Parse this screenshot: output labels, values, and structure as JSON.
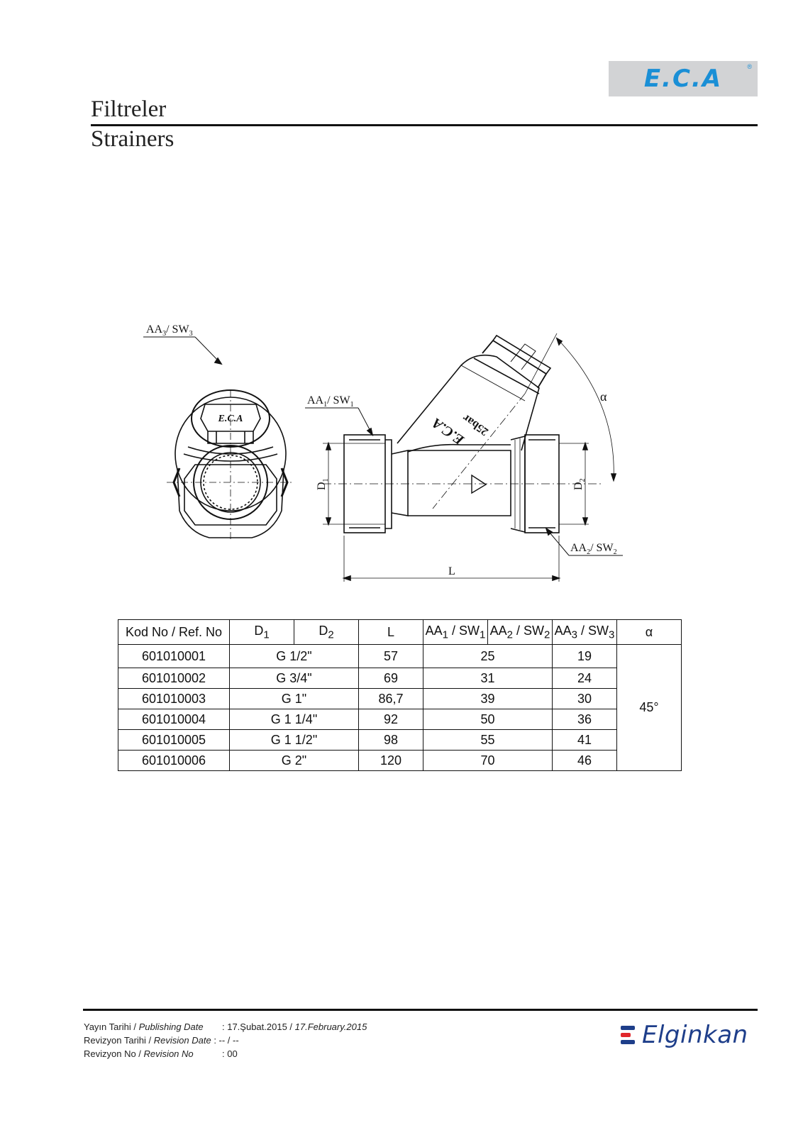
{
  "header": {
    "brand_logo": "E.C.A",
    "brand_reg": "®",
    "title_tr": "Filtreler",
    "title_en": "Strainers"
  },
  "drawing": {
    "label_aa3": "AA",
    "sub_aa3": "3",
    "label_sw3": "/ SW",
    "sub_sw3": "3",
    "label_aa1": "AA",
    "sub_aa1": "1",
    "label_sw1": "/ SW",
    "sub_sw1": "1",
    "label_aa2": "AA",
    "sub_aa2": "2",
    "label_sw2": "/ SW",
    "sub_sw2": "2",
    "label_d1": "D",
    "sub_d1": "1",
    "label_d2": "D",
    "sub_d2": "2",
    "label_l": "L",
    "label_alpha": "α",
    "body_mark": "E.C.A",
    "body_pressure": "25bar"
  },
  "table": {
    "headers": {
      "code": "Kod No / Ref. No",
      "d1": "D",
      "d1_sub": "1",
      "d2": "D",
      "d2_sub": "2",
      "l": "L",
      "aa1": "AA",
      "aa1_sub": "1",
      "sw1": " / SW",
      "sw1_sub": "1",
      "aa2": "AA",
      "aa2_sub": "2",
      "sw2": " / SW",
      "sw2_sub": "2",
      "aa3": "AA",
      "aa3_sub": "3",
      "sw3": " / SW",
      "sw3_sub": "3",
      "alpha": "α"
    },
    "rows": [
      {
        "code": "601010001",
        "d": "G 1/2\"",
        "l": "57",
        "aa12": "25",
        "aa3": "19"
      },
      {
        "code": "601010002",
        "d": "G 3/4\"",
        "l": "69",
        "aa12": "31",
        "aa3": "24"
      },
      {
        "code": "601010003",
        "d": "G 1\"",
        "l": "86,7",
        "aa12": "39",
        "aa3": "30"
      },
      {
        "code": "601010004",
        "d": "G 1 1/4\"",
        "l": "92",
        "aa12": "50",
        "aa3": "36"
      },
      {
        "code": "601010005",
        "d": "G 1 1/2\"",
        "l": "98",
        "aa12": "55",
        "aa3": "41"
      },
      {
        "code": "601010006",
        "d": "G 2\"",
        "l": "120",
        "aa12": "70",
        "aa3": "46"
      }
    ],
    "alpha_value": "45°"
  },
  "footer": {
    "pub_label": "Yayın Tarihi / ",
    "pub_label_en": "Publishing Date",
    "pub_value": ": 17.Şubat.2015 / ",
    "pub_value_en": "17.February.2015",
    "rev_date_label": "Revizyon Tarihi / ",
    "rev_date_label_en": "Revision Date",
    "rev_date_value": ": -- / --",
    "rev_no_label": "Revizyon No / ",
    "rev_no_label_en": "Revision No",
    "rev_no_value": ": 00",
    "company": "Elginkan"
  },
  "colors": {
    "eca_blue": "#1a8fd6",
    "elginkan_blue": "#1e3e8a",
    "elginkan_red": "#e0262b",
    "logo_bg": "#d2d3d5"
  }
}
